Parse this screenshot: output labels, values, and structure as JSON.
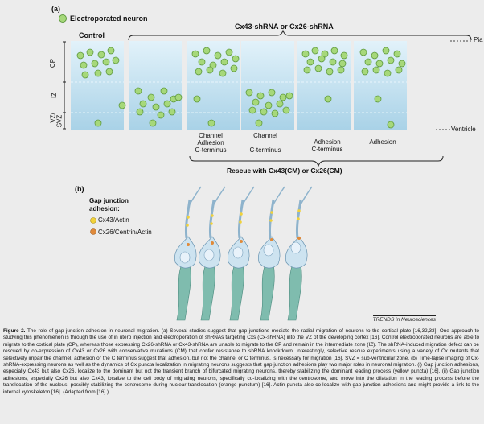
{
  "panel_a": {
    "letter": "(a)",
    "legend": "Electroporated neuron",
    "control": "Control",
    "knockdown": "Cx43-shRNA or Cx26-shRNA",
    "pia": "Pia",
    "ventricle": "Ventricle",
    "zones": [
      "CP",
      "IZ",
      "VZ/",
      "SVZ"
    ],
    "columns": [
      {
        "lines": [
          "Channel",
          "Adhesion",
          "C-terminus"
        ]
      },
      {
        "lines": [
          "Channel",
          "C-terminus"
        ]
      },
      {
        "lines": [
          "Adhesion",
          "C-terminus"
        ]
      },
      {
        "lines": [
          "Adhesion"
        ]
      }
    ],
    "rescue": "Rescue with Cx43(CM) or Cx26(CM)"
  },
  "panel_b": {
    "letter": "(b)",
    "title_1": "Gap junction",
    "title_2": "adhesion:",
    "legend_1": "Cx43/Actin",
    "legend_2": "Cx26/Centrin/Actin"
  },
  "source": "TRENDS in Neurosciences",
  "caption": {
    "label": "Figure 2.",
    "text": "The role of gap junction adhesion in neuronal migration. (a) Several studies suggest that gap junctions mediate the radial migration of neurons to the cortical plate [16,32,33]. One approach to studying this phenomenon is through the use of in utero injection and electroporation of shRNAs targeting Cxs (Cx-shRNA) into the VZ of the developing cortex [16]. Control electroporated neurons are able to migrate to the cortical plate (CP), whereas those expressing Cx26-shRNA or Cx43-shRNA are unable to migrate to the CP and remain in the intermediate zone (IZ). The shRNA-induced migration defect can be rescued by co-expression of Cx43 or Cx26 with conservative mutations (CM) that confer resistance to shRNA knockdown. Interestingly, selective rescue experiments using a variety of Cx mutants that selectively impair the channel, adhesion or the C terminus suggest that adhesion, but not the channel or C terminus, is necessary for migration [16]. SVZ = sub-ventricular zone. (b) Time-lapse imaging of Cx-shRNA-expressing neurons as well as the dynamics of Cx puncta localization in migrating neurons suggests that gap junction adhesions play two major roles in neuronal migration. (i) Gap junction adhesions, especially Cx43 but also Cx26, localize to the dominant but not the transient branch of bifurcated migrating neurons, thereby stabilizing the dominant leading process (yellow puncta) [16]. (ii) Gap junction adhesions, especially Cx26 but also Cx43, localize to the cell body of migrating neurons, specifically co-localizing with the centrosome, and move into the dilatation in the leading process before the translocation of the nucleus, possibly stabilizing the centrosome during nuclear translocation (orange punctum) [16]. Actin puncta also co-localize with gap junction adhesions and might provide a link to the internal cytoskeleton [16]. (Adapted from [16].)"
  },
  "colors": {
    "neuron_fill": "#a6d87a",
    "neuron_stroke": "#5f9a3f",
    "panel_top": "#dff0f8",
    "panel_bottom": "#a7d1e6",
    "cell_body": "#cde3f0",
    "process": "#7fbcae",
    "yellow": "#f2d23a",
    "orange": "#e08a3a"
  }
}
